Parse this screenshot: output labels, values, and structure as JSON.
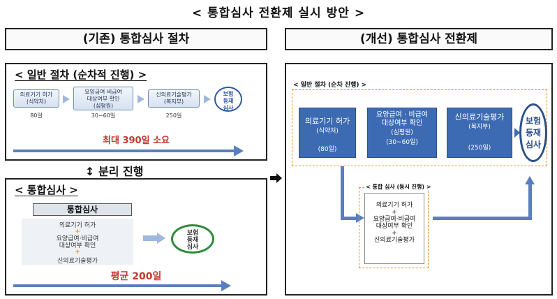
{
  "title": "< 통합심사 전환제 실시 방안 >",
  "left": {
    "header": "(기존) 통합심사 절차",
    "general": {
      "heading": "< 일반 절차 (순차적 진행) >",
      "steps": [
        {
          "label": "의료기기 허가\n(식약처)",
          "days": "80일"
        },
        {
          "label": "요양급여 비급여\n대상여부 확인\n(심평원)",
          "days": "30~60일"
        },
        {
          "label": "신의료기술평가\n(복지부)",
          "days": "250일"
        }
      ],
      "end": "보험\n등재\n심사",
      "total": "최대 390일 소요"
    },
    "separate": "↕ 분리 진행",
    "integrated": {
      "heading": "< 통합심사 >",
      "box_title": "통합심사",
      "items": [
        "의료기기 허가",
        "요양급여·비급여\n대상여부 확인",
        "신의료기술평가"
      ],
      "plus": "+",
      "end": "보험\n등재\n심사",
      "avg": "평균 200일"
    }
  },
  "right": {
    "header": "(개선) 통합심사 전환제",
    "general": {
      "heading": "< 일반 절차 (순차 진행) >",
      "steps": [
        {
          "label": "의료기기 허가",
          "sub": "(식약처)",
          "days": "(80일)"
        },
        {
          "label": "요양급여 · 비급여\n대상여부 확인",
          "sub": "(심평원)",
          "days": "(30~60일)"
        },
        {
          "label": "신의료기술평가",
          "sub": "(복지부)",
          "days": "(250일)"
        }
      ],
      "end": "보험\n등재\n심사"
    },
    "integrated": {
      "heading": "< 통합 심사 (동시 진행) >",
      "items": [
        "의료기기 허가",
        "요양급여·비급여\n대상여부 확인",
        "신의료기술평가"
      ],
      "plus": "+"
    }
  },
  "colors": {
    "blue": "#3d6bb3",
    "arrow": "#5a7fc0",
    "orange": "#f08a24",
    "oval_red": "#c0392b",
    "green": "#2e8b3a"
  }
}
